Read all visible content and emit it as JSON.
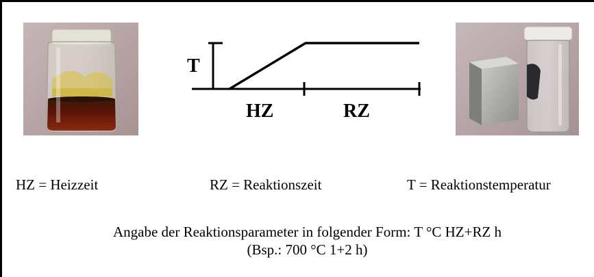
{
  "diagram": {
    "y_axis_label": "T",
    "segment_1_label": "HZ",
    "segment_2_label": "RZ"
  },
  "legend": {
    "hz": "HZ = Heizzeit",
    "rz": "RZ = Reaktionszeit",
    "t": "T = Reaktionstemperatur"
  },
  "note": {
    "line1": "Angabe der Reaktionsparameter in folgender Form: T °C HZ+RZ h",
    "line2": "(Bsp.: 700 °C 1+2 h)"
  },
  "colors": {
    "liquid": "#5a1406",
    "photo_background": "#b9a7a8",
    "yellow_residue": "#d8c13a"
  }
}
